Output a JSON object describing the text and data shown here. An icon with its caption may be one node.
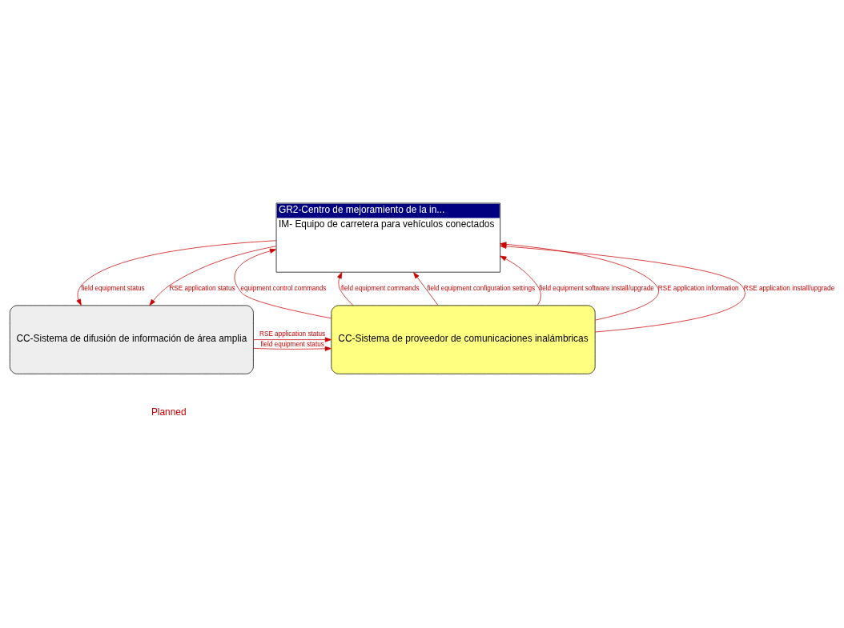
{
  "diagram": {
    "nodes": [
      {
        "text": [
          "GR2-Centro de mejoramiento de la in...",
          "IM- Equipo de carretera para vehículos conectados"
        ]
      },
      {
        "text": [
          "CC-Sistema de difusión de información de área amplia"
        ]
      },
      {
        "text": [
          "CC-Sistema de proveedor de comunicaciones inalámbricas"
        ]
      }
    ],
    "edges": [
      {
        "from": 2,
        "to": 0,
        "arrow": "to",
        "label": "equipment control commands"
      },
      {
        "from": 2,
        "to": 0,
        "arrow": "to",
        "label": "field equipment commands"
      },
      {
        "from": 2,
        "to": 0,
        "arrow": "to",
        "label": "field equipment configuration settings"
      },
      {
        "from": 2,
        "to": 0,
        "arrow": "to",
        "label": "field equipment software install/upgrade"
      },
      {
        "from": 2,
        "to": 0,
        "arrow": "to",
        "label": "RSE application information"
      },
      {
        "from": 2,
        "to": 0,
        "arrow": "to",
        "label": "RSE application install/upgrade"
      },
      {
        "from": 0,
        "to": 1,
        "arrow": "to",
        "label": "field equipment status"
      },
      {
        "from": 0,
        "to": 1,
        "arrow": "to",
        "label": "RSE application status"
      },
      {
        "from": 1,
        "to": 2,
        "arrow": "to",
        "label": "field equipment status"
      },
      {
        "from": 1,
        "to": 2,
        "arrow": "to",
        "label": "RSE application status"
      }
    ],
    "legend": [
      {
        "text": "Planned"
      }
    ]
  }
}
